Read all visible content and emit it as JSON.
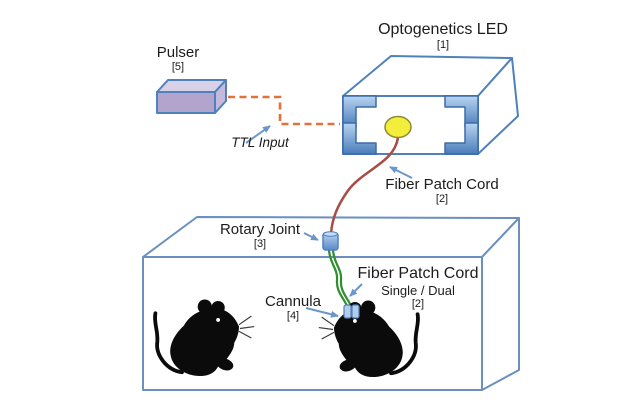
{
  "figure": {
    "background": "#FFFFFF",
    "labels": {
      "pulser": {
        "text": "Pulser",
        "ref": "[5]"
      },
      "led": {
        "text": "Optogenetics LED",
        "ref": "[1]"
      },
      "ttl": {
        "text": "TTL Input"
      },
      "fiber_top": {
        "text": "Fiber Patch Cord",
        "ref": "[2]"
      },
      "rotary": {
        "text": "Rotary Joint",
        "ref": "[3]"
      },
      "cannula": {
        "text": "Cannula",
        "ref": "[4]"
      },
      "fiber_bottom": {
        "text": "Fiber Patch Cord",
        "subtext": "Single / Dual",
        "ref": "[2]"
      }
    },
    "colors": {
      "outline_blue": "#4F81BD",
      "cage_blue": "#6B90C0",
      "arrow_blue": "#6B96CC",
      "ttl_dash_orange": "#E2713A",
      "fiber_cord_red": "#A84C46",
      "fiber_cord_green": "#2F8F2E",
      "led_emitter_yellow": "#F2EE3B",
      "pulser_purple": "#B2A4CC",
      "cannula_lightblue": "#B3CDEA",
      "mouse_black": "#0B0B0B",
      "text": "#1C1C1C"
    },
    "mice_count": 2
  }
}
